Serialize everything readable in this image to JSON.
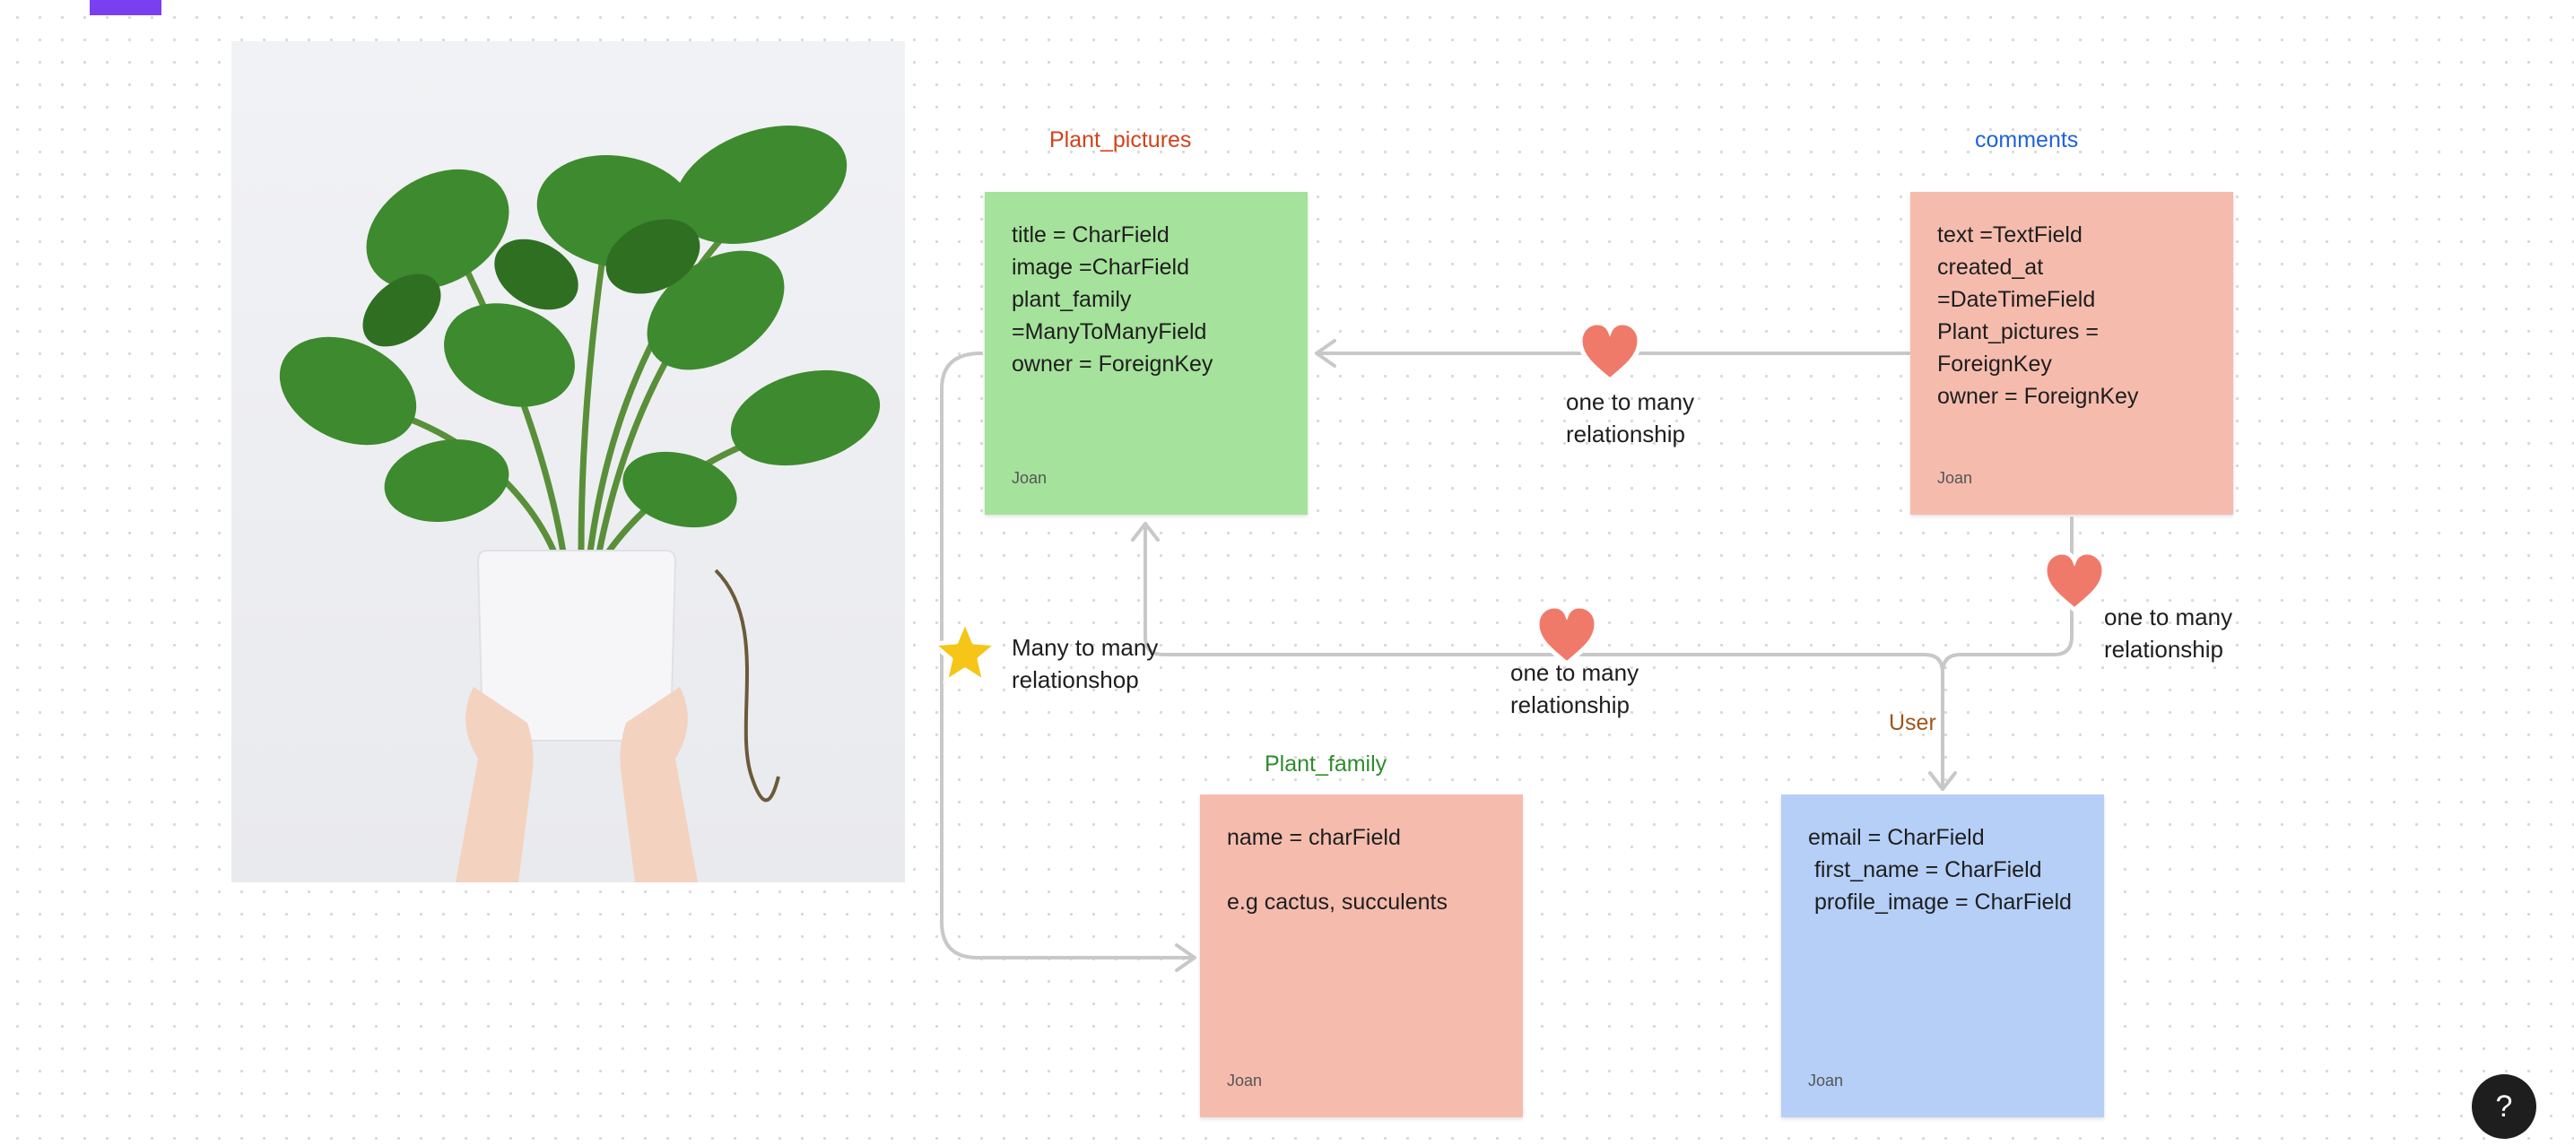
{
  "canvas": {
    "tables": [
      {
        "id": "plant_pictures",
        "title": "Plant_pictures",
        "lines": [
          "title = CharField",
          "image =CharField",
          "plant_family",
          "=ManyToManyField",
          "owner = ForeignKey"
        ],
        "author": "Joan"
      },
      {
        "id": "comments",
        "title": "comments",
        "lines": [
          "text =TextField",
          "created_at",
          "=DateTimeField",
          "Plant_pictures =",
          "ForeignKey",
          "owner = ForeignKey"
        ],
        "author": "Joan"
      },
      {
        "id": "plant_family",
        "title": "Plant_family",
        "lines": [
          "name = charField",
          "",
          "e.g cactus, succulents"
        ],
        "author": "Joan"
      },
      {
        "id": "user",
        "title": "User",
        "lines": [
          "email = CharField",
          " first_name = CharField",
          " profile_image = CharField"
        ],
        "author": "Joan"
      }
    ],
    "relationships": {
      "comments_to_pictures": [
        "one to many",
        "relationship"
      ],
      "user_to_pictures": [
        "one to many",
        "relationship"
      ],
      "user_to_comments": [
        "one to many",
        "relationship"
      ],
      "pictures_to_family": [
        "Many to many",
        "relationshop"
      ]
    }
  },
  "help": {
    "label": "?"
  },
  "colors": {
    "green": "#a5e29b",
    "salmon": "#f5bcae",
    "blue": "#b5cff7",
    "heart": "#f07a6a",
    "star": "#f5c518",
    "accent": "#7b3ff2"
  }
}
